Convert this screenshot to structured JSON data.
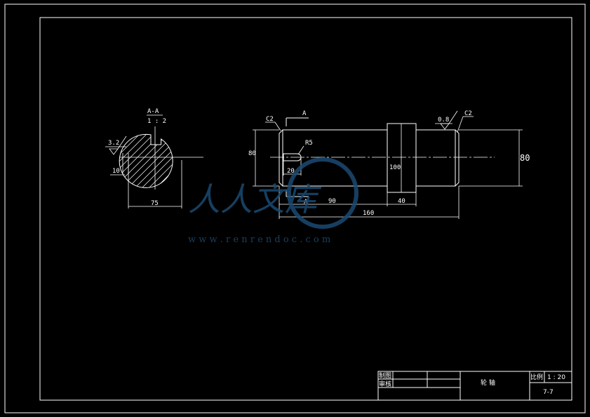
{
  "section_view": {
    "label": "A-A",
    "scale_note": "1 : 2",
    "roughness": "3.2",
    "keyway_depth": "10",
    "diameter": "75"
  },
  "shaft_view": {
    "left_chamfer": "C2",
    "right_chamfer": "C2",
    "section_mark_top": "A",
    "section_mark_bottom": "A",
    "keyway_radius": "R5",
    "roughness": "0.8",
    "left_diameter": "80",
    "right_diameter": "80",
    "keyway_length": "20",
    "collar_diameter": "100",
    "length_a": "90",
    "collar_length": "40",
    "total_length": "160"
  },
  "title_block": {
    "drawn_by_label": "制图",
    "reviewed_by_label": "审核",
    "part_name": "轮  轴",
    "scale_label": "比例",
    "scale_value": "1 : 20",
    "drawing_number": "7-7"
  },
  "watermark": {
    "text": "人人文库",
    "url": "w w w . r e n r e n d o c . c o m"
  }
}
